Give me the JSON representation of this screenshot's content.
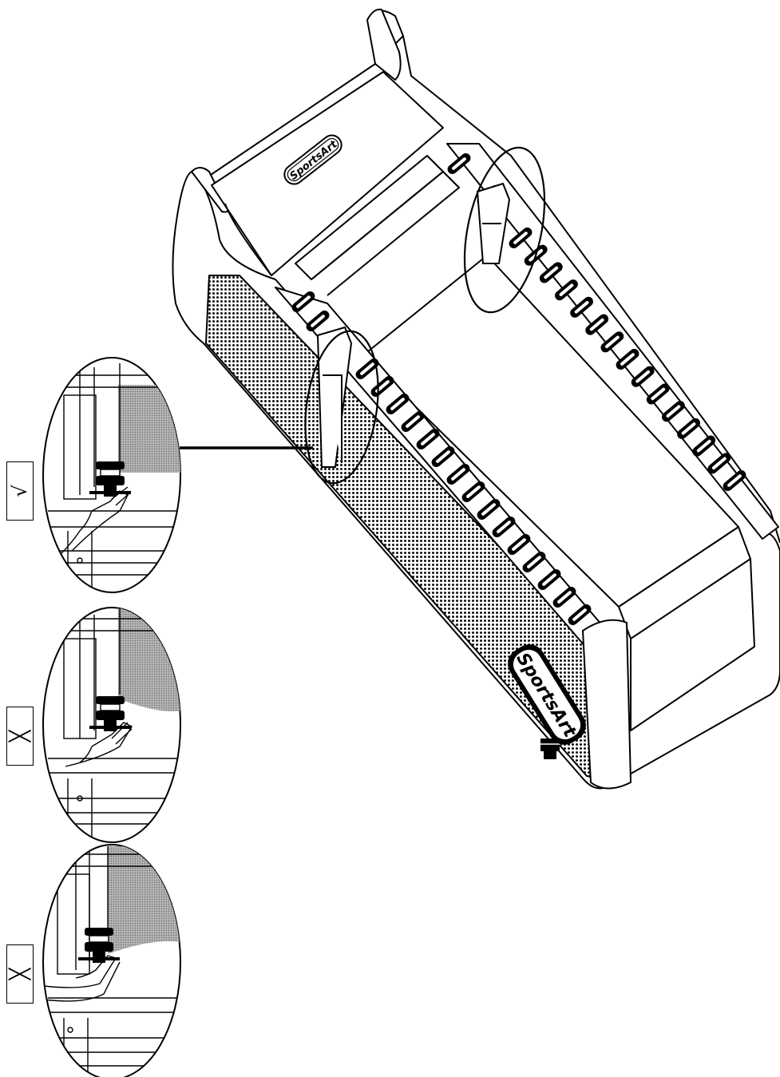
{
  "brand": {
    "logo_text": "SportsArt"
  },
  "details": [
    {
      "verdict": "correct",
      "mark": "√"
    },
    {
      "verdict": "incorrect",
      "mark": "╳"
    },
    {
      "verdict": "incorrect",
      "mark": "╳"
    }
  ],
  "colors": {
    "line": "#000000",
    "background": "#ffffff",
    "belt_texture": "#9a9a9a"
  }
}
